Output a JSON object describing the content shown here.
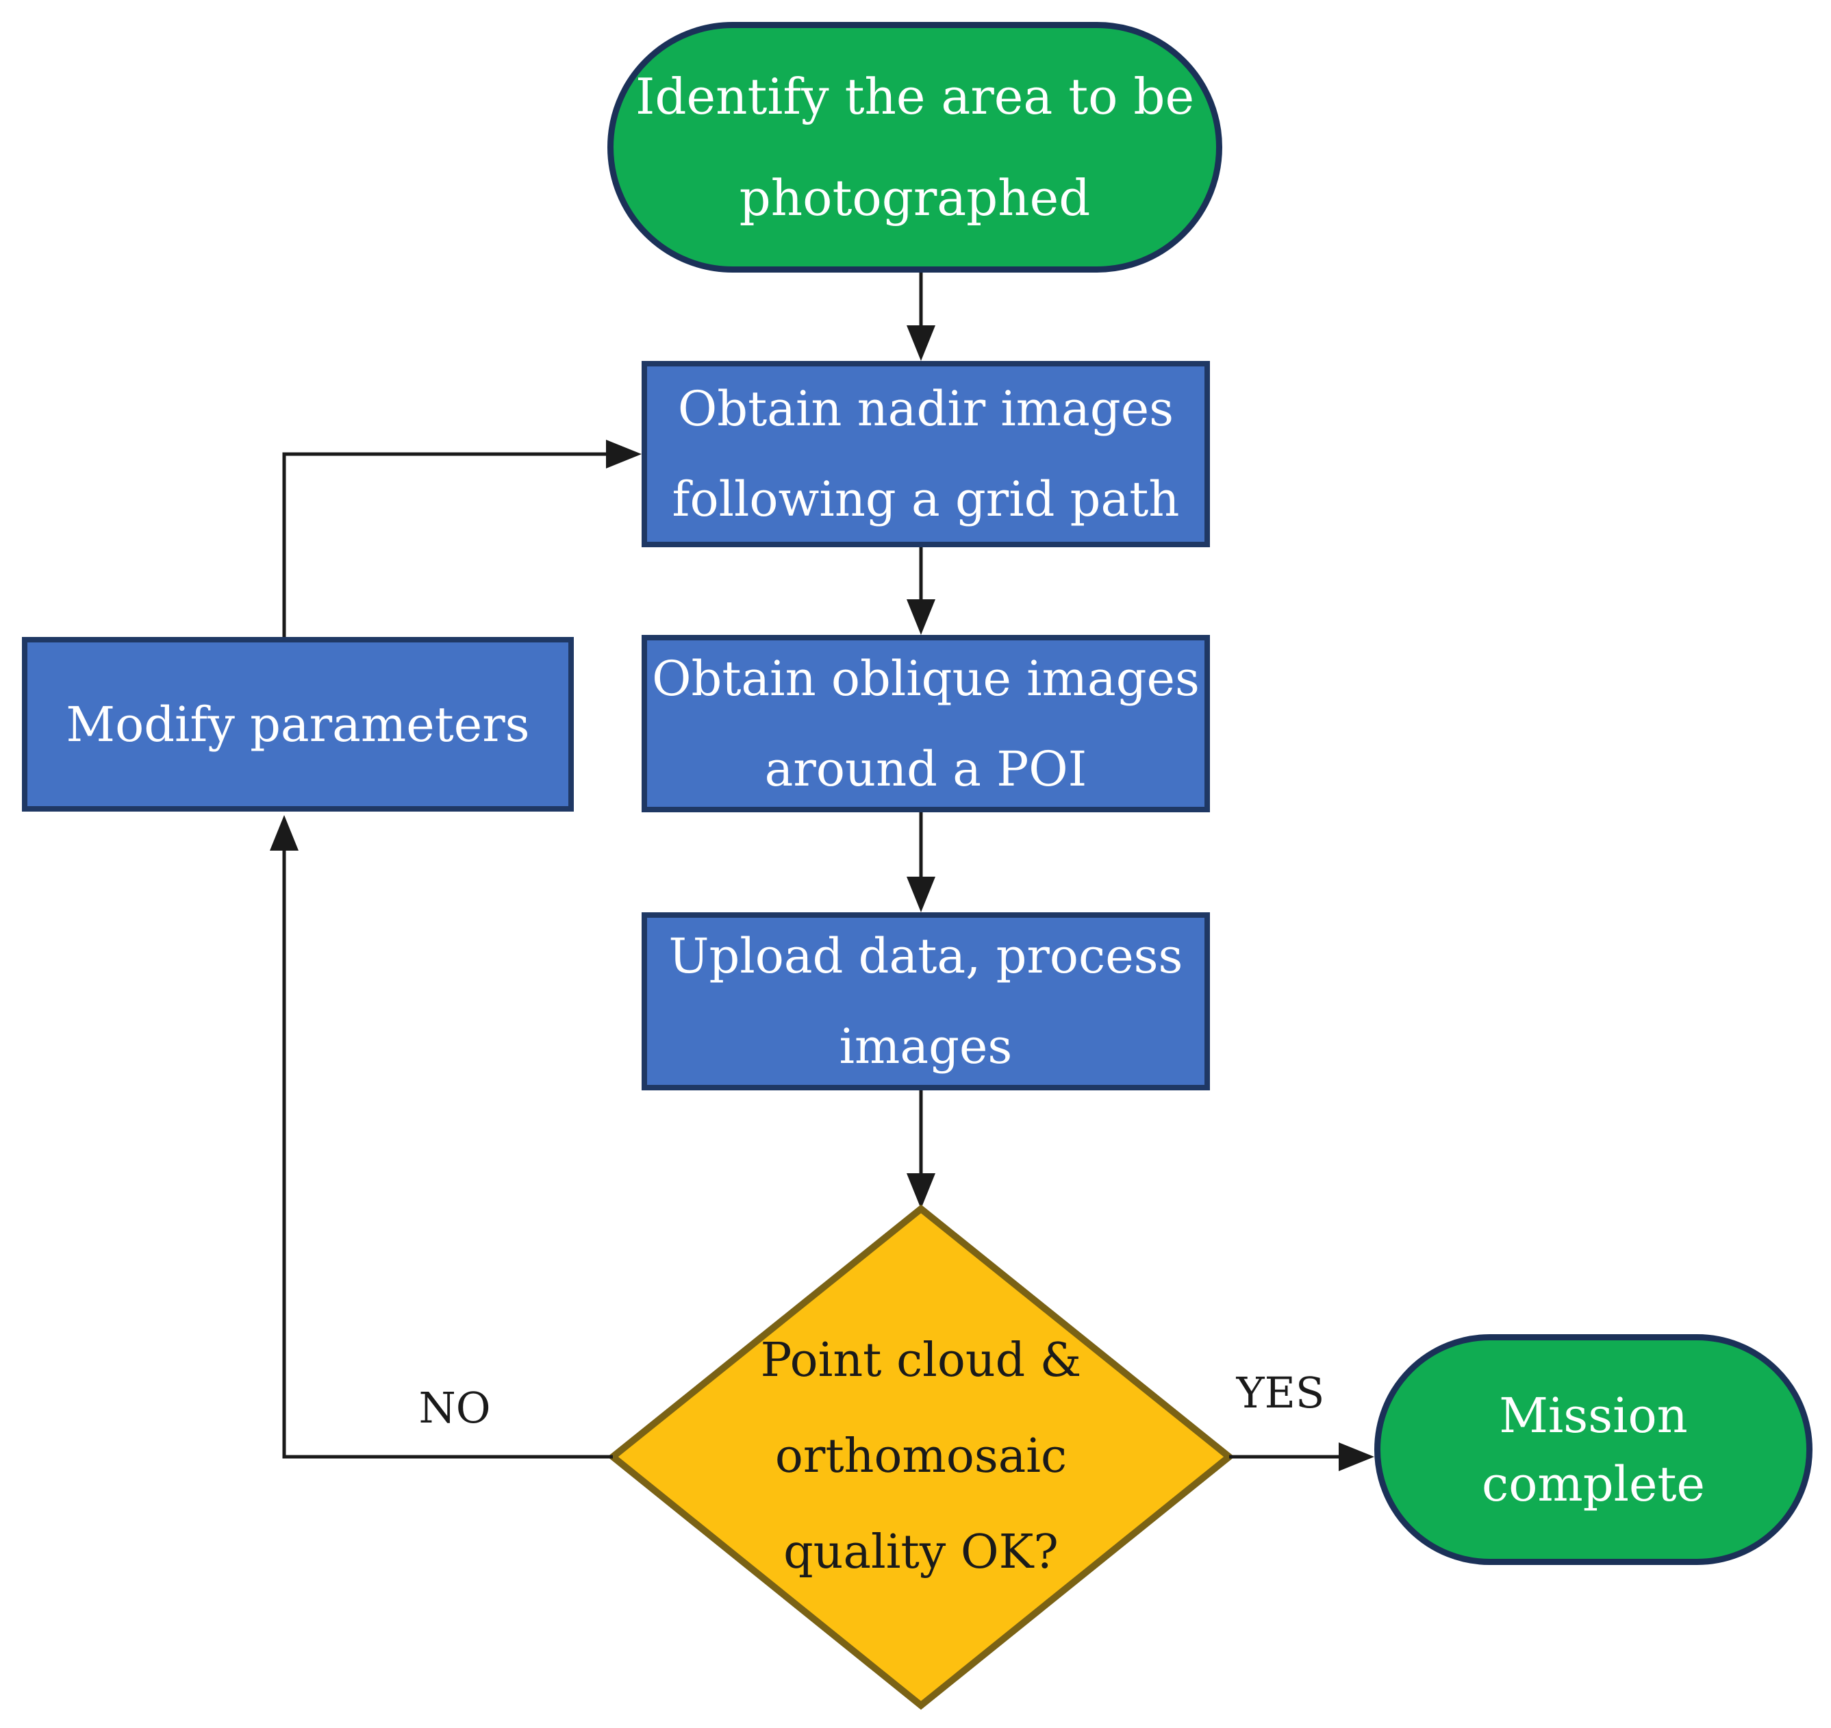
{
  "figure": {
    "type": "flowchart"
  },
  "nodes": {
    "start": {
      "shape": "terminal",
      "lines": [
        "Identify the area to be",
        "photographed"
      ]
    },
    "nadir": {
      "shape": "process",
      "lines": [
        "Obtain nadir images",
        "following a grid path"
      ]
    },
    "oblique": {
      "shape": "process",
      "lines": [
        "Obtain oblique images",
        "around a POI"
      ]
    },
    "upload": {
      "shape": "process",
      "lines": [
        "Upload data, process",
        "images"
      ]
    },
    "modify": {
      "shape": "process",
      "lines": [
        "Modify parameters"
      ]
    },
    "decision": {
      "shape": "decision",
      "lines": [
        "Point cloud &",
        "orthomosaic",
        "quality OK?"
      ]
    },
    "end": {
      "shape": "terminal",
      "lines": [
        "Mission complete"
      ]
    }
  },
  "edge_labels": {
    "yes": "YES",
    "no": "NO"
  },
  "colors": {
    "background": "#ffffff",
    "terminal_fill": "#10AC52",
    "terminal_border": "#1b3158",
    "process_fill": "#4472C4",
    "process_border": "#1F3864",
    "decision_fill": "#FDC010",
    "decision_border": "#7A6215",
    "connector": "#1a1a1a",
    "text_light": "#ffffff",
    "text_dark": "#1a1a1a"
  }
}
